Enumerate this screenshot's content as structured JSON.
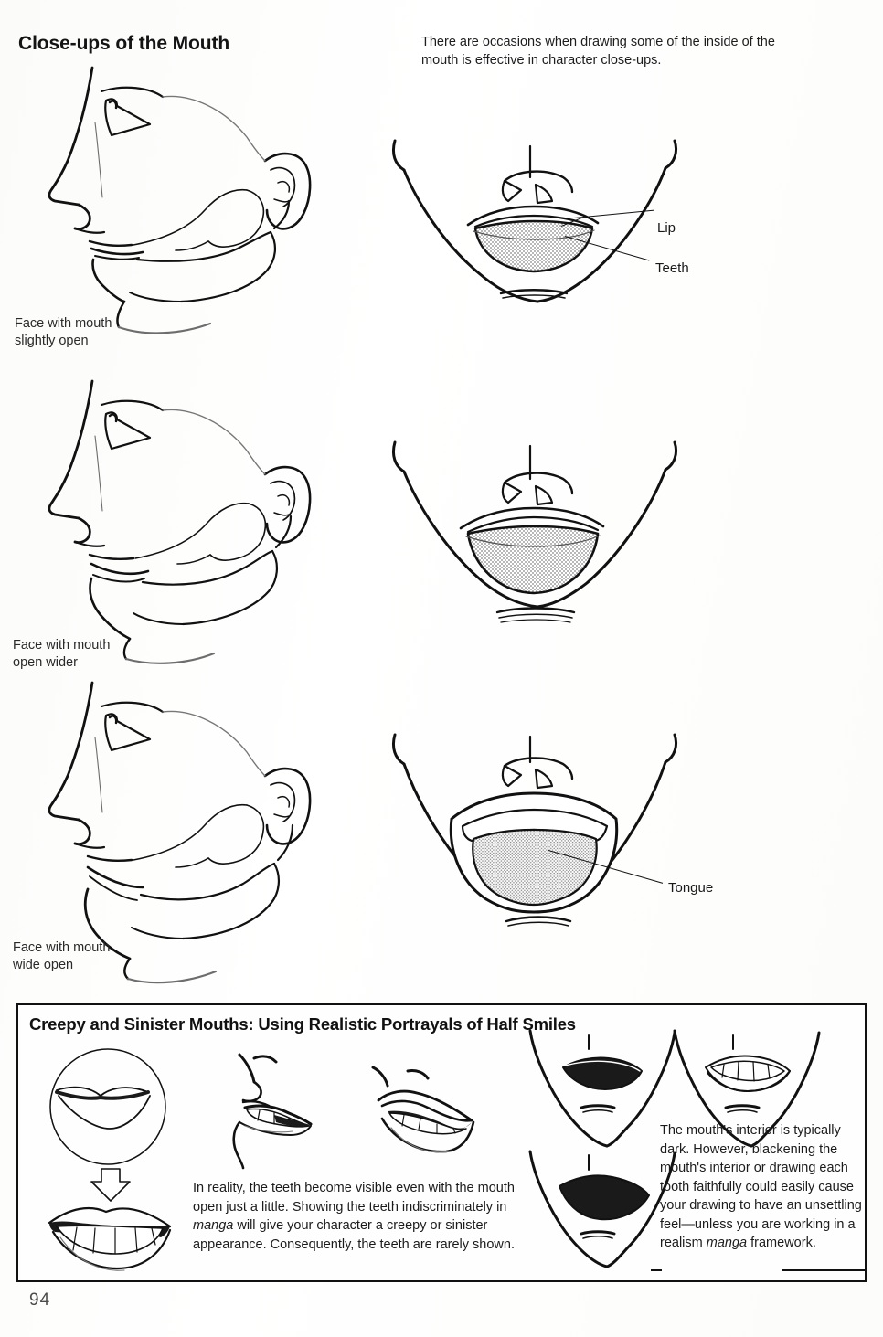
{
  "page": {
    "title": "Close-ups of the Mouth",
    "folio": "94"
  },
  "intro": {
    "text": "There are occasions when drawing some of the inside of the mouth is effective in character close-ups."
  },
  "captions": [
    {
      "line1": "Face with mouth",
      "line2": "slightly open"
    },
    {
      "line1": "Face with mouth",
      "line2": "open wider"
    },
    {
      "line1": "Face with mouth",
      "line2": "wide open"
    }
  ],
  "callouts": {
    "lip": "Lip",
    "teeth": "Teeth",
    "tongue": "Tongue"
  },
  "panel": {
    "title": "Creepy and Sinister Mouths: Using Realistic Portrayals of Half Smiles",
    "left_paragraph": {
      "part1": "In reality, the teeth become visible even with the mouth open just a little. Showing the teeth indiscriminately in ",
      "emphasis": "manga",
      "part2": " will give your character a creepy or sinister appearance. Consequently, the teeth are rarely shown."
    },
    "right_paragraph": {
      "part1": "The mouth's interior is typically dark. However, blackening the mouth's interior or drawing each tooth faithfully could easily cause your drawing to have an unsettling feel—unless you are working in a realism ",
      "emphasis": "manga",
      "part2": " framework."
    }
  },
  "figures": {
    "profile_1": "face-profile-mouth-slightly-open",
    "profile_2": "face-profile-mouth-open-wider",
    "profile_3": "face-profile-mouth-wide-open",
    "front_1": "front-mouth-slightly-open",
    "front_2": "front-mouth-open-wider",
    "front_3": "front-mouth-wide-open-tongue",
    "panel_closed_lips": "closed-lips-in-circle",
    "panel_arrow": "down-arrow",
    "panel_smile_teeth": "smile-showing-teeth",
    "panel_profile_teeth": "three-quarter-mouth-teeth",
    "panel_angled_teeth": "angled-mouth-teeth",
    "panel_chin_dark_1": "chin-with-dark-mouth-interior",
    "panel_chin_teeth": "chin-with-each-tooth-drawn",
    "panel_chin_dark_2": "chin-with-dark-open-mouth"
  },
  "colors": {
    "ink": "#111111",
    "paper": "#fdfdfb",
    "interior_stipple": "#9a9a9a"
  }
}
